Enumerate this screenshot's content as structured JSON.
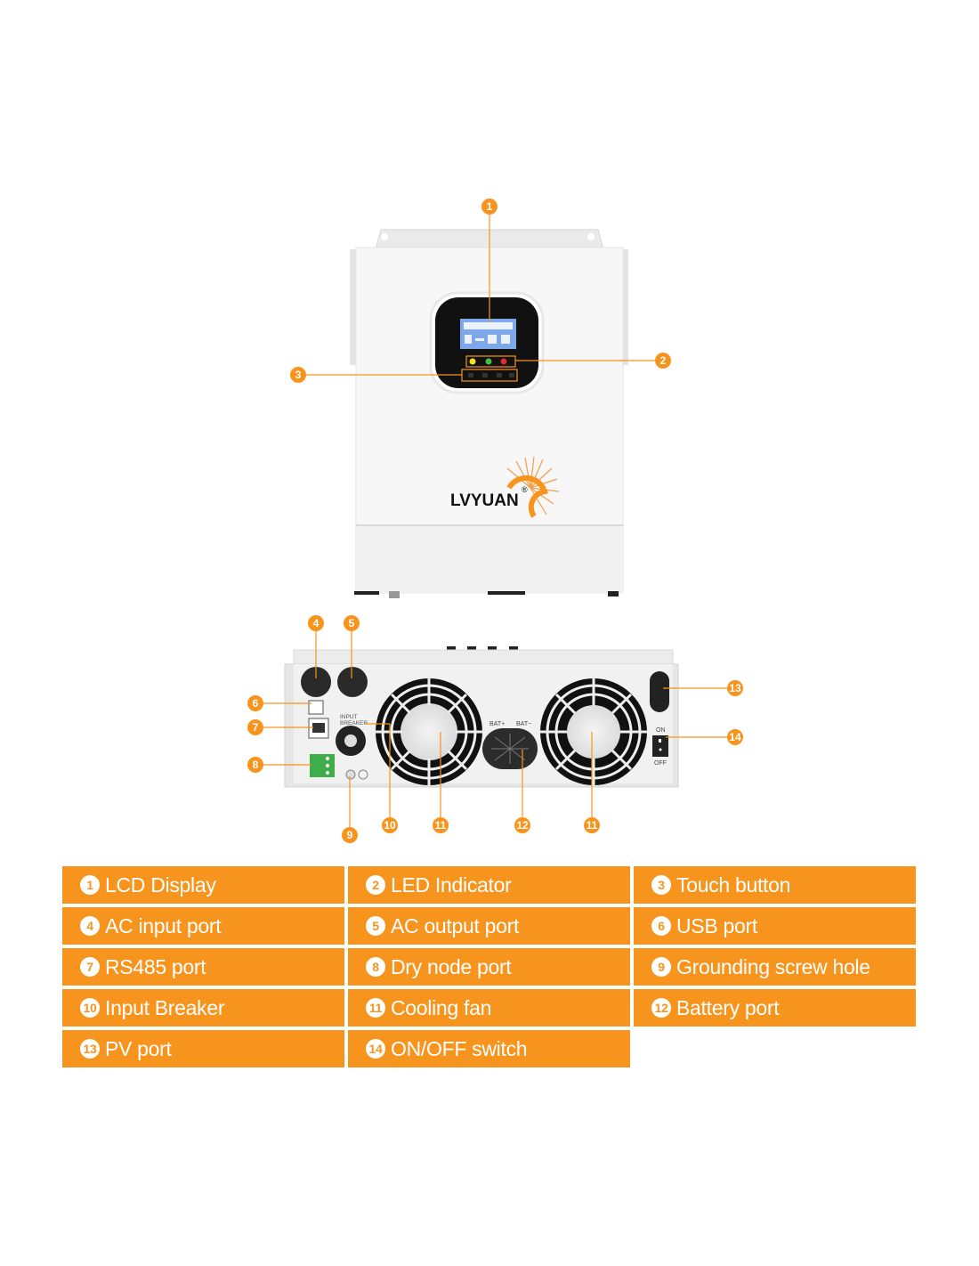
{
  "brand": {
    "logo_text": "LVYUAN",
    "registered_mark": "®"
  },
  "colors": {
    "accent": "#f7941d",
    "led_yellow": "#f5e61b",
    "led_green": "#3ec43e",
    "led_red": "#e32b2b",
    "lcd": "#7fa8ea"
  },
  "rear_panel": {
    "breaker_label_1": "INPUT",
    "breaker_label_2": "BREAKER",
    "bat_pos": "BAT+",
    "bat_neg": "BAT−",
    "switch_on": "ON",
    "switch_off": "OFF"
  },
  "callouts": [
    "1",
    "2",
    "3",
    "4",
    "5",
    "6",
    "7",
    "8",
    "9",
    "10",
    "11",
    "12",
    "11",
    "13",
    "14"
  ],
  "legend": [
    {
      "num": "1",
      "label": "LCD Display"
    },
    {
      "num": "2",
      "label": "LED Indicator"
    },
    {
      "num": "3",
      "label": "Touch button"
    },
    {
      "num": "4",
      "label": "AC input port"
    },
    {
      "num": "5",
      "label": "AC output port"
    },
    {
      "num": "6",
      "label": "USB port"
    },
    {
      "num": "7",
      "label": "RS485  port"
    },
    {
      "num": "8",
      "label": "Dry node port"
    },
    {
      "num": "9",
      "label": "Grounding screw hole"
    },
    {
      "num": "10",
      "label": "Input Breaker"
    },
    {
      "num": "11",
      "label": "Cooling fan"
    },
    {
      "num": "12",
      "label": "Battery port"
    },
    {
      "num": "13",
      "label": "PV port"
    },
    {
      "num": "14",
      "label": "ON/OFF switch"
    }
  ]
}
